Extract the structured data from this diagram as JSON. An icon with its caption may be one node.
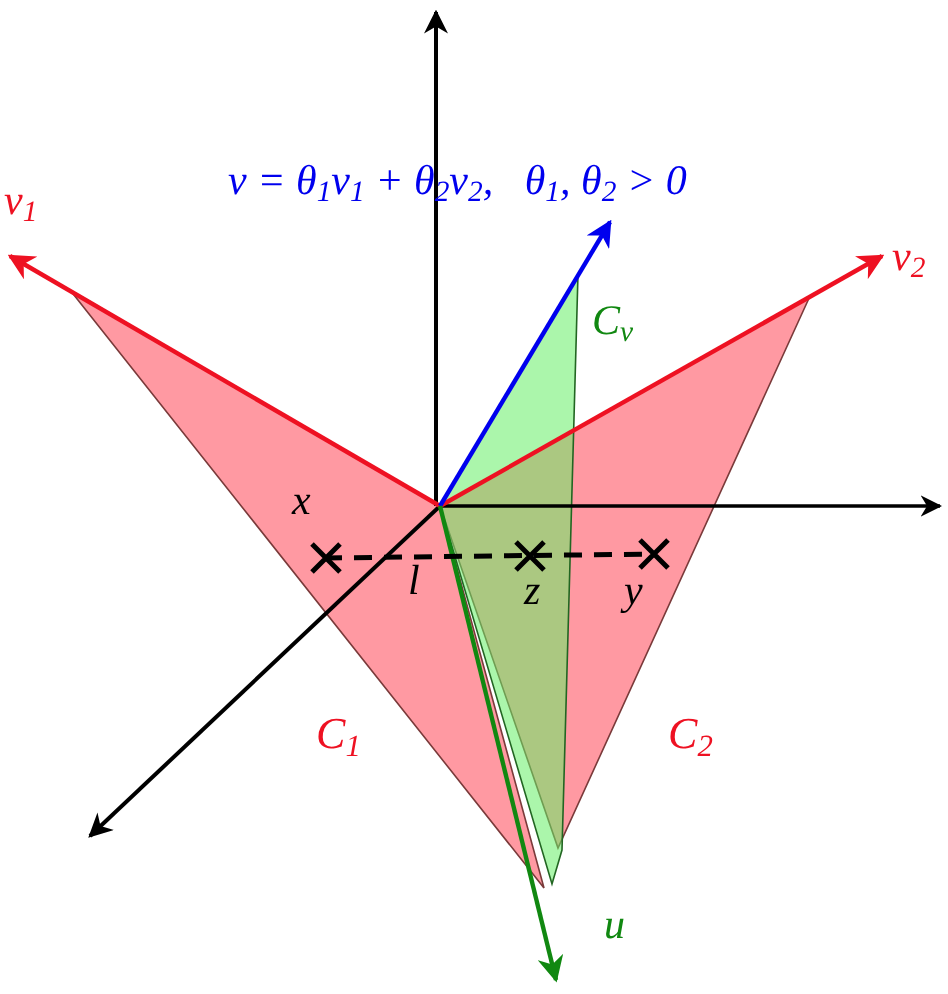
{
  "diagram": {
    "labels": [
      "v = θ$_{1}$v$_{1}$ + θ$_{2}$v$_{2}$,   θ$_{1}$, θ$_{2}$ > 0",
      "v$_{1}$",
      "v$_{2}$",
      "C$_{v}$",
      "x",
      "l",
      "z",
      "y",
      "C$_{1}$",
      "C$_{2}$",
      "u"
    ]
  }
}
